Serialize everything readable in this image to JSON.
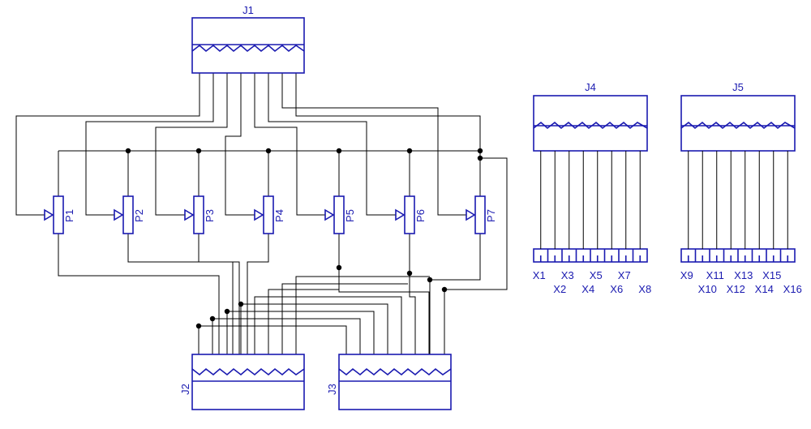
{
  "connectors": {
    "j1": "J1",
    "j2": "J2",
    "j3": "J3",
    "j4": "J4",
    "j5": "J5"
  },
  "potentiometers": [
    "P1",
    "P2",
    "P3",
    "P4",
    "P5",
    "P6",
    "P7"
  ],
  "terminals_j4": [
    "X1",
    "X2",
    "X3",
    "X4",
    "X5",
    "X6",
    "X7",
    "X8"
  ],
  "terminals_j5": [
    "X9",
    "X10",
    "X11",
    "X12",
    "X13",
    "X14",
    "X15",
    "X16"
  ],
  "colors": {
    "component": "#1a1ab0",
    "wire": "#000000",
    "background": "#ffffff"
  }
}
